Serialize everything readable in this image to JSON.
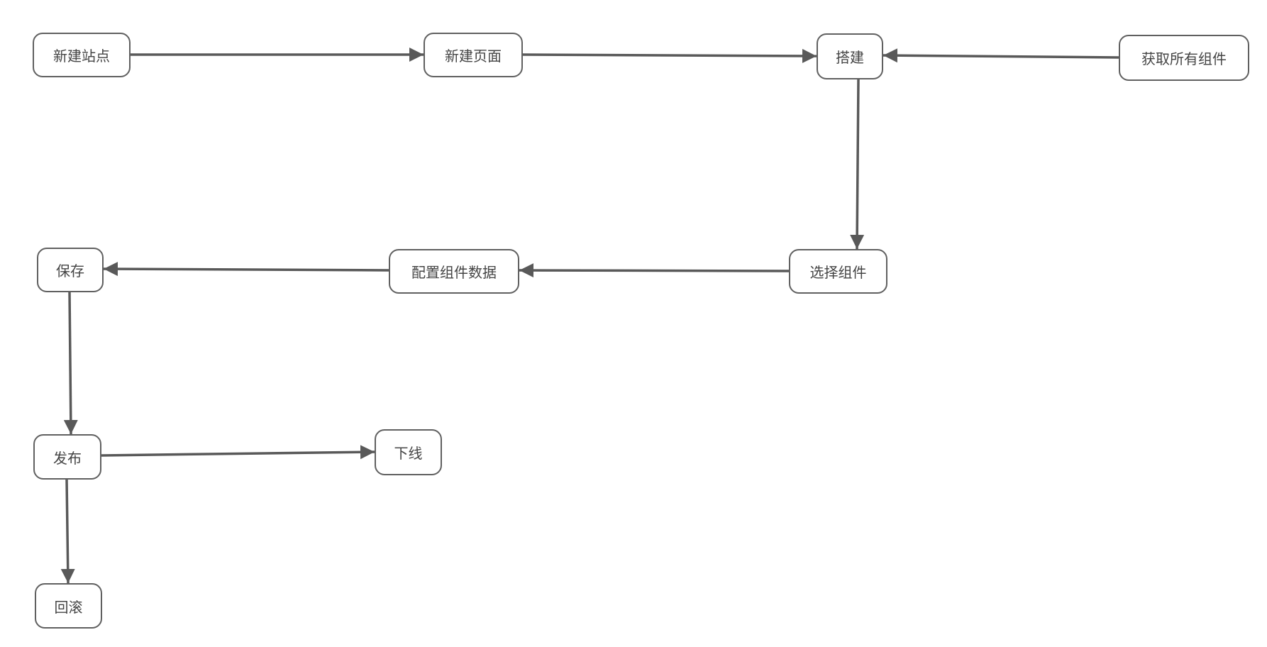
{
  "diagram": {
    "nodes": {
      "new_site": "新建站点",
      "new_page": "新建页面",
      "build": "搭建",
      "get_components": "获取所有组件",
      "select_component": "选择组件",
      "config_data": "配置组件数据",
      "save": "保存",
      "publish": "发布",
      "offline": "下线",
      "rollback": "回滚"
    }
  },
  "colors": {
    "line": "#595959",
    "border": "#606060",
    "text": "#444444",
    "background": "#ffffff"
  }
}
